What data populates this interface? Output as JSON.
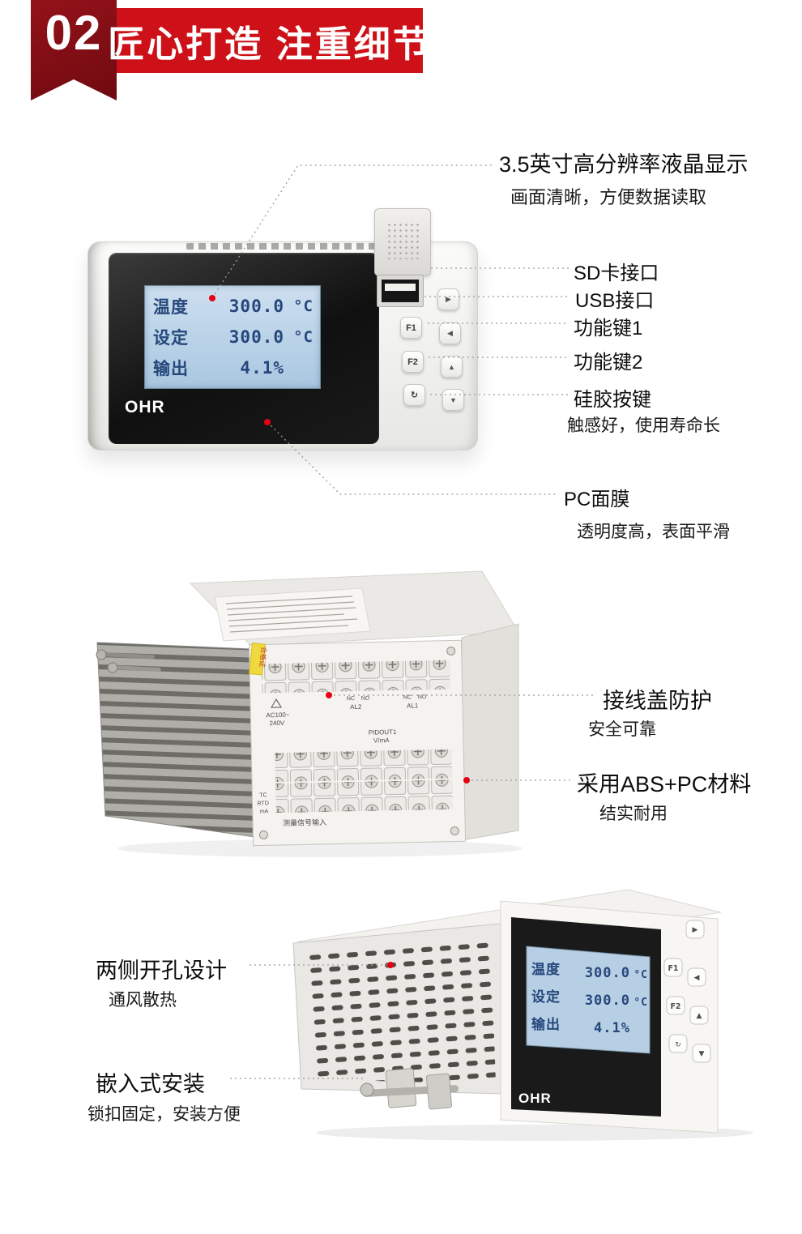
{
  "header": {
    "badge_number": "02",
    "title": "匠心打造 注重细节"
  },
  "colors": {
    "banner_red": "#ce1118",
    "badge_dark_red": "#7c0e14",
    "callout_dot_red": "#e60012",
    "lcd_background": "#b7cfe4",
    "lcd_text_blue": "#26477b"
  },
  "device": {
    "brand": "OHR",
    "lcd_rows": [
      {
        "label": "温度",
        "value": "300.0",
        "unit": "°C"
      },
      {
        "label": "设定",
        "value": "300.0",
        "unit": "°C"
      },
      {
        "label": "输出",
        "value": "4.1%",
        "unit": ""
      }
    ],
    "buttons": {
      "f1": "F1",
      "f2": "F2",
      "power": "↻",
      "right": "▶",
      "left": "◀",
      "up": "▲",
      "down": "▼"
    }
  },
  "front_callouts": {
    "lcd_title": "3.5英寸高分辨率液晶显示",
    "lcd_sub": "画面清晰，方便数据读取",
    "sd": "SD卡接口",
    "usb": "USB接口",
    "fn1": "功能键1",
    "fn2": "功能键2",
    "silicone": "硅胶按键",
    "silicone_sub": "触感好，使用寿命长",
    "film": "PC面膜",
    "film_sub": "透明度高，表面平滑"
  },
  "back_view": {
    "terminal_labels": {
      "power_line1": "AC100~",
      "power_line2": "240V",
      "nc": "NC",
      "no": "NO",
      "al2": "AL2",
      "al1": "AL1",
      "pid": "PIDOUT1",
      "vma": "V/mA",
      "input": "测量信号输入",
      "tc": "TC",
      "rtd": "RTD",
      "ma": "mA"
    },
    "sticker": "合格证",
    "callouts": {
      "cover": "接线盖防护",
      "cover_sub": "安全可靠",
      "material": "采用ABS+PC材料",
      "material_sub": "结实耐用"
    }
  },
  "side_callouts": {
    "vents": "两侧开孔设计",
    "vents_sub": "通风散热",
    "mount": "嵌入式安装",
    "mount_sub": "锁扣固定，安装方便"
  }
}
